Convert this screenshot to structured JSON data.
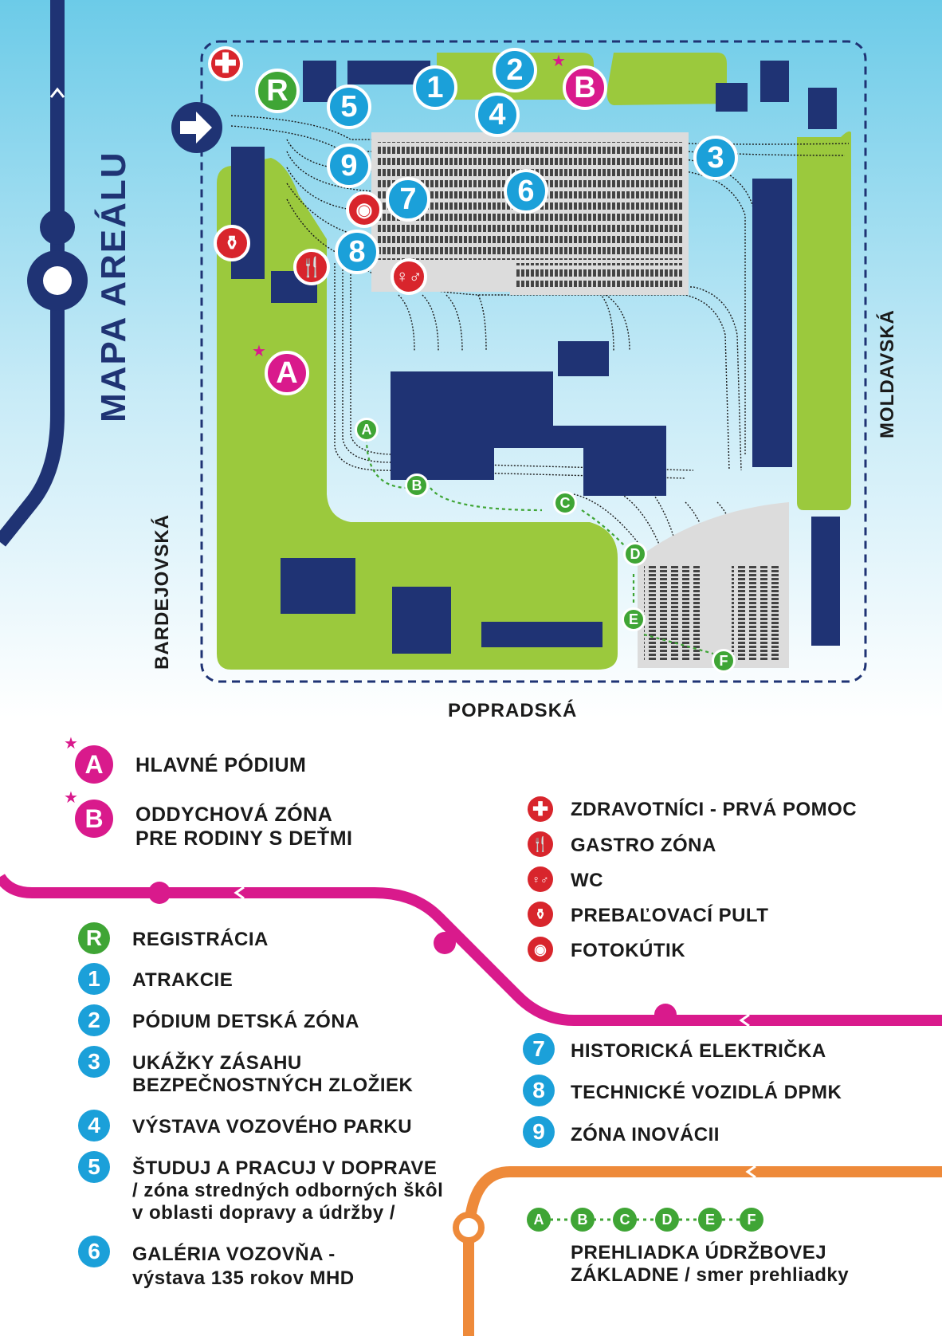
{
  "title": "MAPA AREÁLU",
  "streets": {
    "bardejovska": "BARDEJOVSKÁ",
    "moldavska": "MOLDAVSKÁ",
    "popradska": "POPRADSKÁ"
  },
  "colors": {
    "navy": "#1f3374",
    "green_area": "#9bc93d",
    "blue_badge": "#1ba0d9",
    "green_badge": "#3fa535",
    "pink": "#d91a8c",
    "red": "#d8252c",
    "orange": "#ee8a3a",
    "sky_top": "#6ccbe8"
  },
  "map_markers": {
    "registration": "R",
    "numbers": [
      "1",
      "2",
      "3",
      "4",
      "5",
      "6",
      "7",
      "8",
      "9"
    ],
    "stages": [
      "A",
      "B"
    ],
    "walk": [
      "A",
      "B",
      "C",
      "D",
      "E",
      "F"
    ],
    "icons": [
      "first-aid-icon",
      "food-icon",
      "wc-icon",
      "changing-table-icon",
      "photo-icon",
      "entrance-arrow-icon"
    ]
  },
  "legend_stages": [
    {
      "badge": "A",
      "label": "HLAVNÉ PÓDIUM"
    },
    {
      "badge": "B",
      "label_line1": "ODDYCHOVÁ ZÓNA",
      "label_line2": "PRE RODINY S DEŤMI"
    }
  ],
  "legend_services": [
    {
      "icon": "first-aid-icon",
      "label": "ZDRAVOTNÍCI - PRVÁ POMOC"
    },
    {
      "icon": "food-icon",
      "label": "GASTRO ZÓNA"
    },
    {
      "icon": "wc-icon",
      "label": "WC"
    },
    {
      "icon": "changing-table-icon",
      "label": "PREBAĽOVACÍ PULT"
    },
    {
      "icon": "photo-icon",
      "label": "FOTOKÚTIK"
    }
  ],
  "legend_left": [
    {
      "badge": "R",
      "label": "REGISTRÁCIA"
    },
    {
      "badge": "1",
      "label": "ATRAKCIE"
    },
    {
      "badge": "2",
      "label": "PÓDIUM DETSKÁ ZÓNA"
    },
    {
      "badge": "3",
      "line1": "UKÁŽKY ZÁSAHU",
      "line2": "BEZPEČNOSTNÝCH ZLOŽIEK"
    },
    {
      "badge": "4",
      "label": "VÝSTAVA VOZOVÉHO PARKU"
    },
    {
      "badge": "5",
      "line1": "ŠTUDUJ A PRACUJ V DOPRAVE",
      "line2": "/ zóna stredných odborných škôl",
      "line3": "v oblasti dopravy a údržby /"
    },
    {
      "badge": "6",
      "line1": "GALÉRIA VOZOVŇA -",
      "line2": "výstava 135 rokov MHD"
    }
  ],
  "legend_right": [
    {
      "badge": "7",
      "label": "HISTORICKÁ ELEKTRIČKA"
    },
    {
      "badge": "8",
      "label": "TECHNICKÉ VOZIDLÁ DPMK"
    },
    {
      "badge": "9",
      "label": "ZÓNA INOVÁCII"
    }
  ],
  "tour": {
    "badges": [
      "A",
      "B",
      "C",
      "D",
      "E",
      "F"
    ],
    "line1": "PREHLIADKA ÚDRŽBOVEJ",
    "line2": "ZÁKLADNE / smer prehliadky"
  }
}
